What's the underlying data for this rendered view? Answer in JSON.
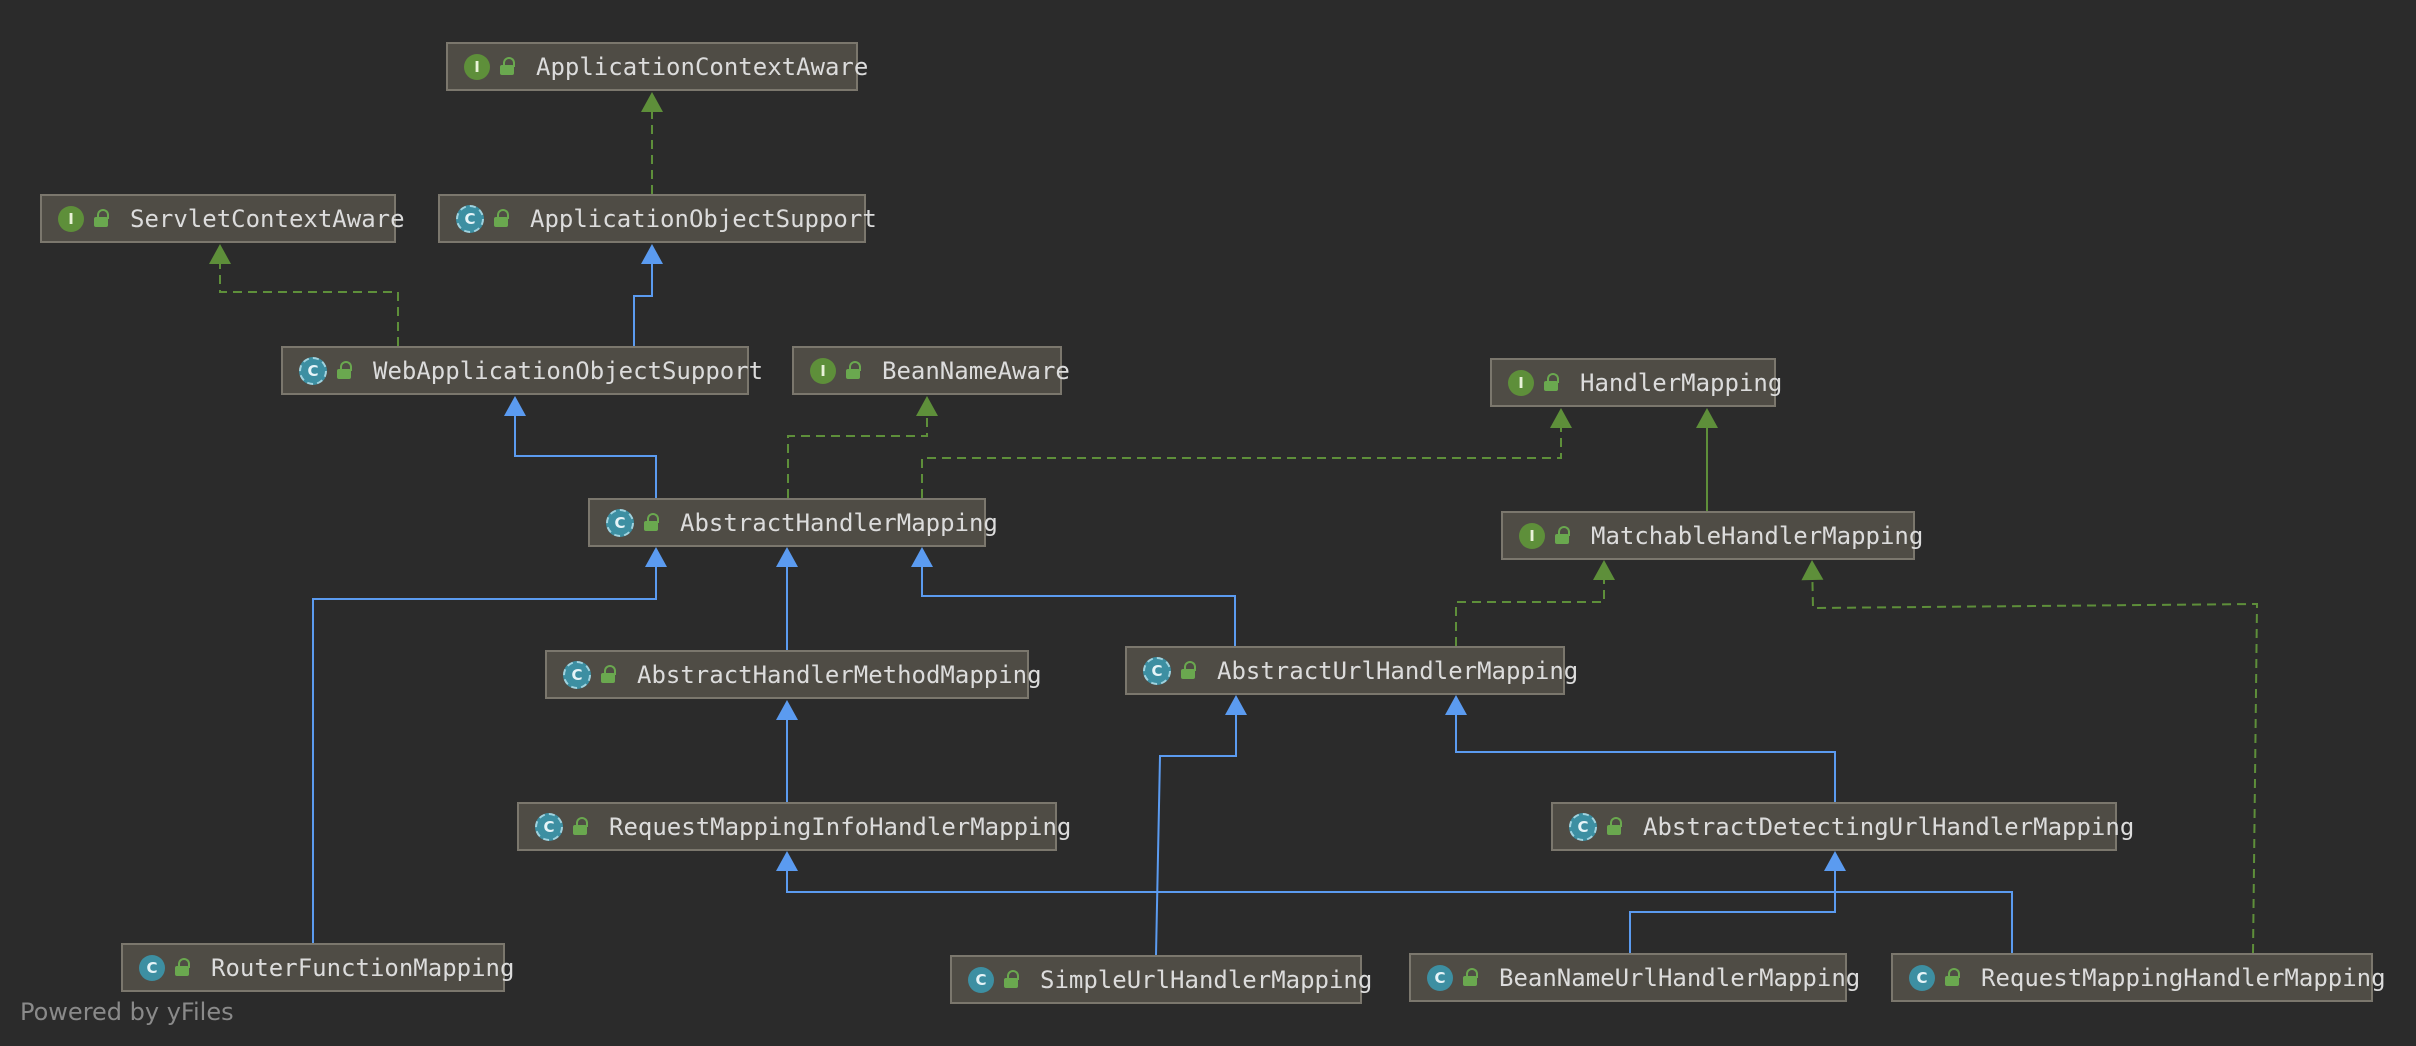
{
  "nodes": [
    {
      "id": "ApplicationContextAware",
      "kind": "interface",
      "badge": "I"
    },
    {
      "id": "ServletContextAware",
      "kind": "interface",
      "badge": "I"
    },
    {
      "id": "ApplicationObjectSupport",
      "kind": "abstract",
      "badge": "C"
    },
    {
      "id": "WebApplicationObjectSupport",
      "kind": "abstract",
      "badge": "C"
    },
    {
      "id": "BeanNameAware",
      "kind": "interface",
      "badge": "I"
    },
    {
      "id": "HandlerMapping",
      "kind": "interface",
      "badge": "I"
    },
    {
      "id": "AbstractHandlerMapping",
      "kind": "abstract",
      "badge": "C"
    },
    {
      "id": "MatchableHandlerMapping",
      "kind": "interface",
      "badge": "I"
    },
    {
      "id": "AbstractHandlerMethodMapping",
      "kind": "abstract",
      "badge": "C"
    },
    {
      "id": "AbstractUrlHandlerMapping",
      "kind": "abstract",
      "badge": "C"
    },
    {
      "id": "RequestMappingInfoHandlerMapping",
      "kind": "abstract",
      "badge": "C"
    },
    {
      "id": "AbstractDetectingUrlHandlerMapping",
      "kind": "abstract",
      "badge": "C"
    },
    {
      "id": "RouterFunctionMapping",
      "kind": "class",
      "badge": "C"
    },
    {
      "id": "SimpleUrlHandlerMapping",
      "kind": "class",
      "badge": "C"
    },
    {
      "id": "BeanNameUrlHandlerMapping",
      "kind": "class",
      "badge": "C"
    },
    {
      "id": "RequestMappingHandlerMapping",
      "kind": "class",
      "badge": "C"
    }
  ],
  "edges": [
    {
      "from": "ApplicationObjectSupport",
      "to": "ApplicationContextAware",
      "type": "implements"
    },
    {
      "from": "WebApplicationObjectSupport",
      "to": "ServletContextAware",
      "type": "implements"
    },
    {
      "from": "WebApplicationObjectSupport",
      "to": "ApplicationObjectSupport",
      "type": "extends"
    },
    {
      "from": "AbstractHandlerMapping",
      "to": "WebApplicationObjectSupport",
      "type": "extends"
    },
    {
      "from": "AbstractHandlerMapping",
      "to": "BeanNameAware",
      "type": "implements"
    },
    {
      "from": "AbstractHandlerMapping",
      "to": "HandlerMapping",
      "type": "implements"
    },
    {
      "from": "MatchableHandlerMapping",
      "to": "HandlerMapping",
      "type": "extends-interface"
    },
    {
      "from": "RouterFunctionMapping",
      "to": "AbstractHandlerMapping",
      "type": "extends"
    },
    {
      "from": "AbstractHandlerMethodMapping",
      "to": "AbstractHandlerMapping",
      "type": "extends"
    },
    {
      "from": "AbstractUrlHandlerMapping",
      "to": "AbstractHandlerMapping",
      "type": "extends"
    },
    {
      "from": "AbstractUrlHandlerMapping",
      "to": "MatchableHandlerMapping",
      "type": "implements"
    },
    {
      "from": "RequestMappingInfoHandlerMapping",
      "to": "AbstractHandlerMethodMapping",
      "type": "extends"
    },
    {
      "from": "SimpleUrlHandlerMapping",
      "to": "AbstractUrlHandlerMapping",
      "type": "extends"
    },
    {
      "from": "AbstractDetectingUrlHandlerMapping",
      "to": "AbstractUrlHandlerMapping",
      "type": "extends"
    },
    {
      "from": "BeanNameUrlHandlerMapping",
      "to": "AbstractDetectingUrlHandlerMapping",
      "type": "extends"
    },
    {
      "from": "RequestMappingHandlerMapping",
      "to": "RequestMappingInfoHandlerMapping",
      "type": "extends"
    },
    {
      "from": "RequestMappingHandlerMapping",
      "to": "MatchableHandlerMapping",
      "type": "implements"
    }
  ],
  "colors": {
    "background": "#2b2b2b",
    "node_fill": "#4f4c45",
    "node_border": "#7b776d",
    "extends_edge": "#5b9bf0",
    "implements_edge": "#5e8f3a",
    "interface_badge": "#5e8f3a",
    "class_badge": "#3d8fa2"
  },
  "footer": "Powered by yFiles"
}
